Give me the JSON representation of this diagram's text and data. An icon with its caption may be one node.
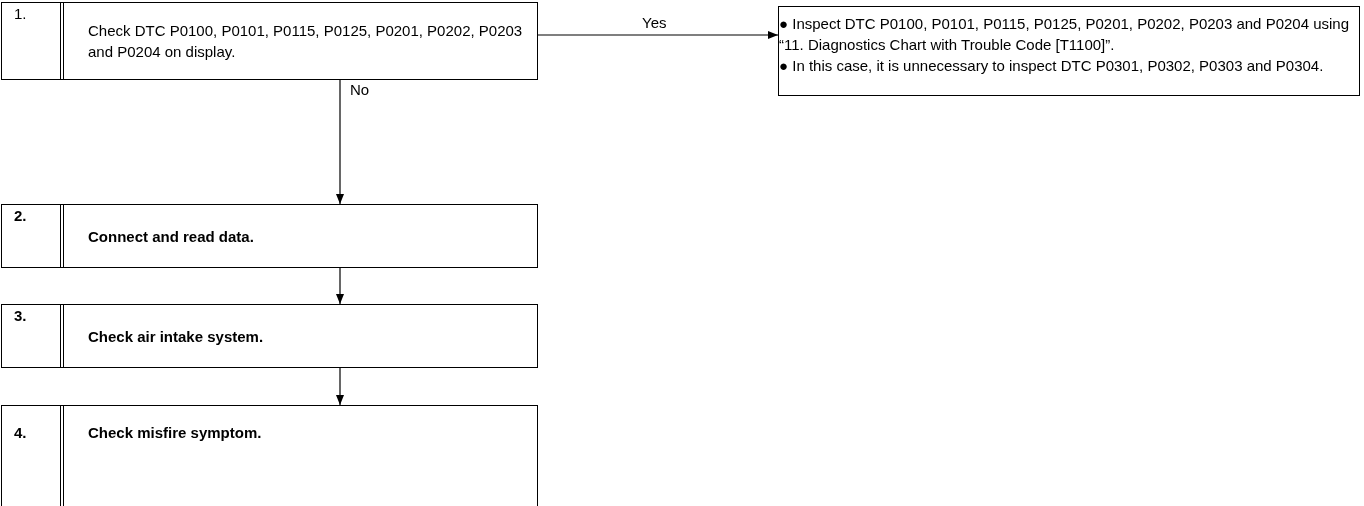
{
  "diagram": {
    "nodes": [
      {
        "text": [
          "1.",
          "Check DTC P0100, P0101, P0115, P0125, P0201, P0202, P0203 and P0204 on display."
        ]
      },
      {
        "text": [
          "2.",
          "Connect and read data."
        ]
      },
      {
        "text": [
          "3.",
          "Check air intake system."
        ]
      },
      {
        "text": [
          "4.",
          "Check misfire symptom."
        ]
      },
      {
        "text": [
          "● Inspect DTC P0100, P0101, P0115, P0125, P0201, P0202, P0203 and P0204 using “11. Diagnostics Chart with Trouble Code [T1100]”.",
          "● In this case, it is unnecessary to inspect DTC P0301, P0302, P0303 and P0304."
        ]
      }
    ],
    "edges": [
      {
        "from": 0,
        "to": 4,
        "arrow": "to",
        "label": "Yes"
      },
      {
        "from": 0,
        "to": 1,
        "arrow": "to",
        "label": "No"
      },
      {
        "from": 1,
        "to": 2,
        "arrow": "to"
      },
      {
        "from": 2,
        "to": 3,
        "arrow": "to"
      }
    ]
  }
}
